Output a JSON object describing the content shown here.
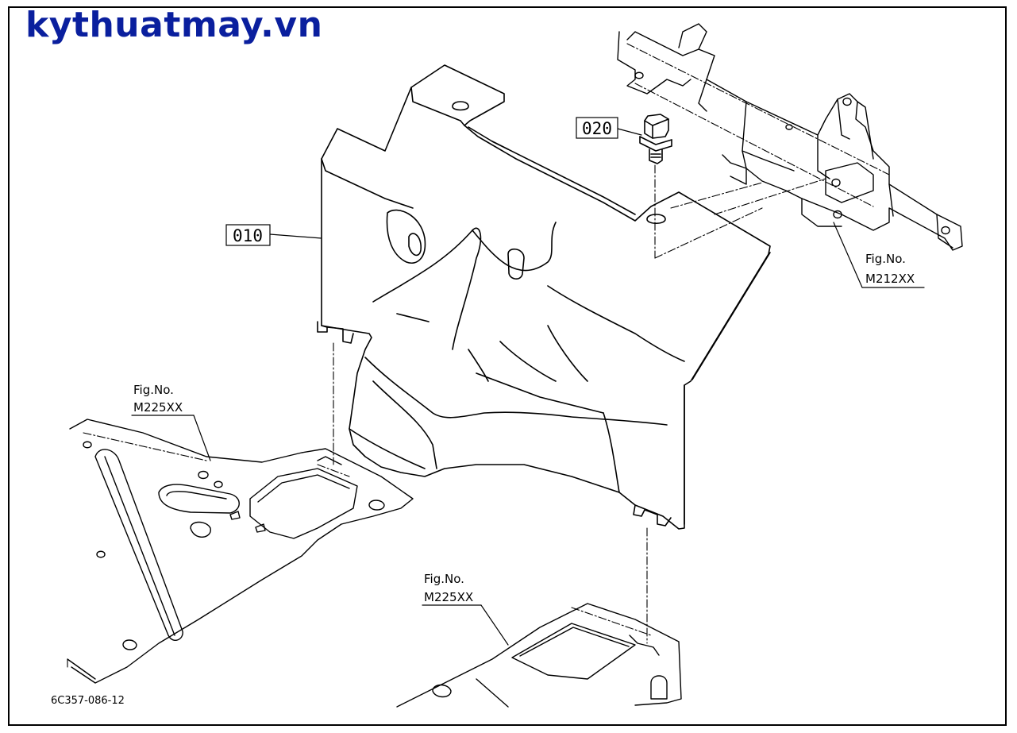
{
  "brand": {
    "text": "kythuatmay.vn",
    "color": "#0a1f9e"
  },
  "callouts": {
    "part_010": "010",
    "part_020": "020"
  },
  "figure_refs": {
    "top_right": {
      "line1": "Fig.No.",
      "line2": "M212XX"
    },
    "left": {
      "line1": "Fig.No.",
      "line2": "M225XX"
    },
    "bottom_center": {
      "line1": "Fig.No.",
      "line2": "M225XX"
    }
  },
  "drawing_code": "6C357-086-12"
}
